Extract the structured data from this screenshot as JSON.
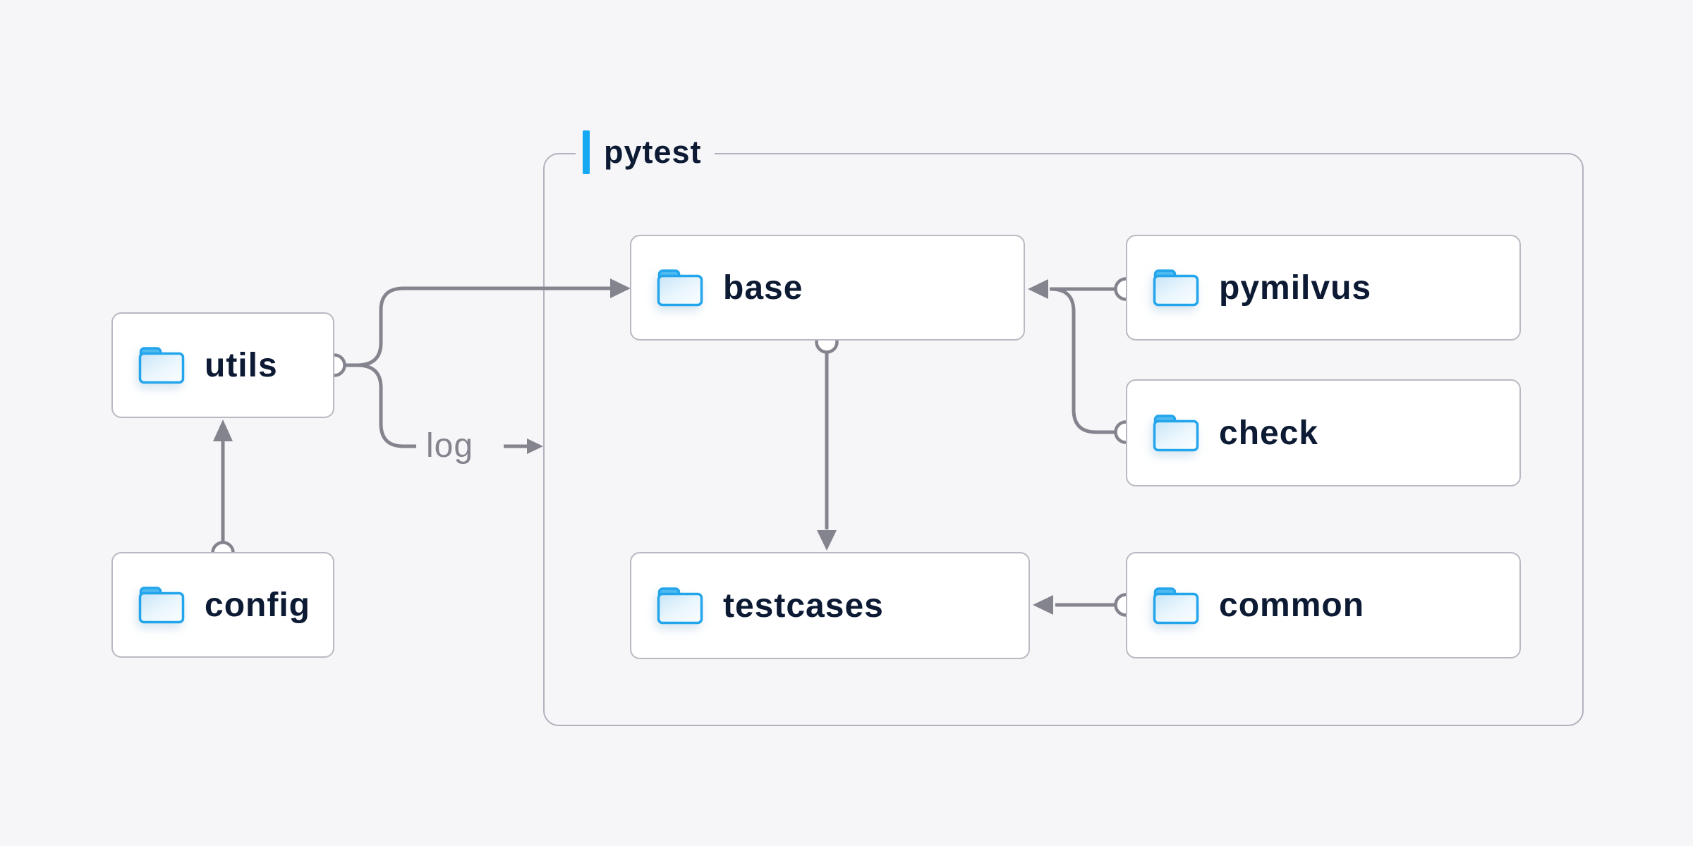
{
  "diagram": {
    "group": {
      "label": "pytest"
    },
    "nodes": [
      {
        "id": "utils",
        "label": "utils",
        "icon": "folder-icon",
        "area": "outside"
      },
      {
        "id": "config",
        "label": "config",
        "icon": "folder-icon",
        "area": "outside"
      },
      {
        "id": "base",
        "label": "base",
        "icon": "folder-icon",
        "area": "pytest"
      },
      {
        "id": "testcases",
        "label": "testcases",
        "icon": "folder-icon",
        "area": "pytest"
      },
      {
        "id": "pymilvus",
        "label": "pymilvus",
        "icon": "folder-icon",
        "area": "pytest"
      },
      {
        "id": "check",
        "label": "check",
        "icon": "folder-icon",
        "area": "pytest"
      },
      {
        "id": "common",
        "label": "common",
        "icon": "folder-icon",
        "area": "pytest"
      }
    ],
    "edges": [
      {
        "from": "config",
        "to": "utils",
        "label": ""
      },
      {
        "from": "utils",
        "to": "base",
        "label": ""
      },
      {
        "from": "utils",
        "to": "pytest",
        "label": "log"
      },
      {
        "from": "pymilvus",
        "to": "base",
        "label": ""
      },
      {
        "from": "check",
        "to": "base",
        "label": ""
      },
      {
        "from": "base",
        "to": "testcases",
        "label": ""
      },
      {
        "from": "common",
        "to": "testcases",
        "label": ""
      }
    ],
    "colors": {
      "background": "#f6f6f8",
      "node_fill": "#ffffff",
      "node_border": "#b9b9c4",
      "group_border": "#b2b2be",
      "connector": "#84848e",
      "text": "#0c1a33",
      "edge_label_text": "#84848e",
      "accent_blue": "#16a8f2",
      "folder_stroke": "#23a5ec",
      "folder_tab": "#4fbaf0"
    }
  }
}
